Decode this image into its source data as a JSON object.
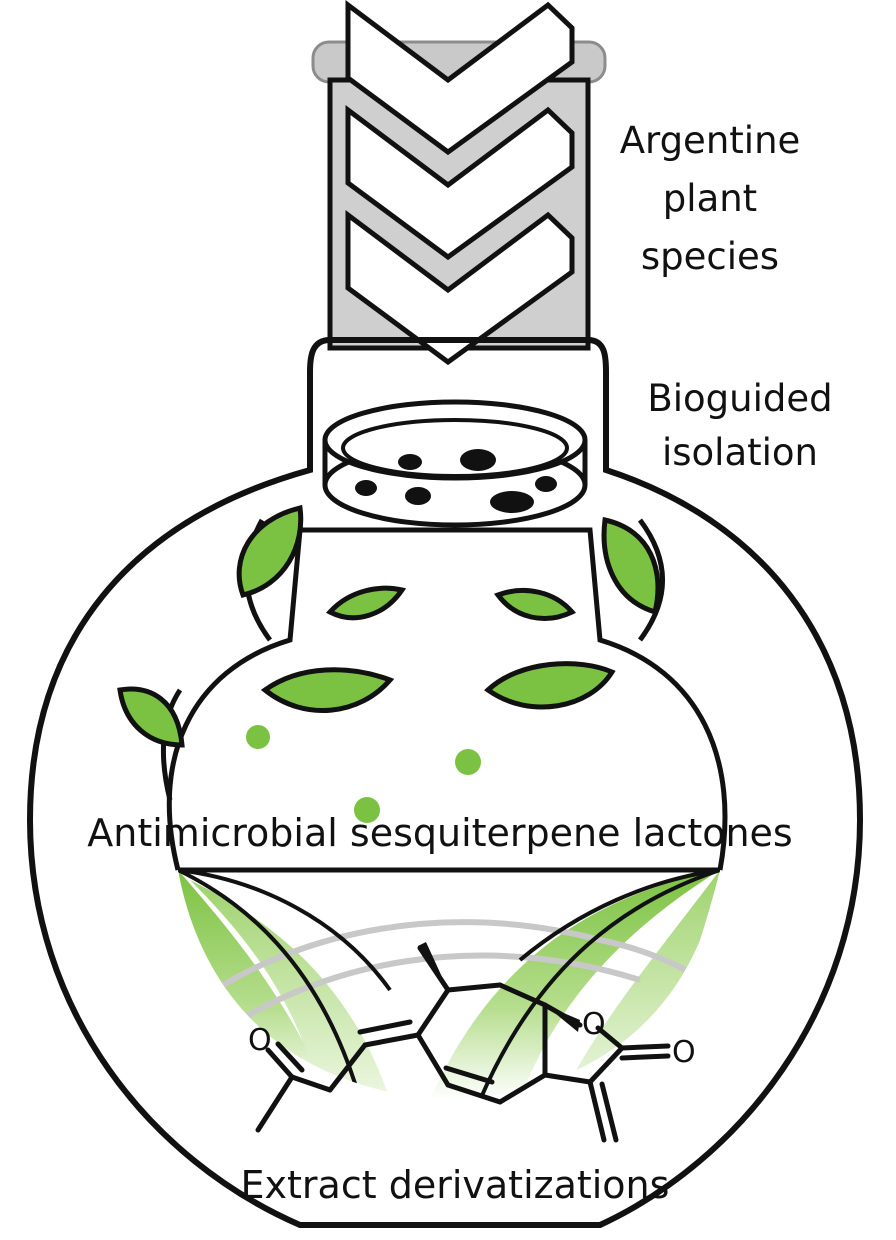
{
  "labels": {
    "plant_species_line1": "Argentine",
    "plant_species_line2": "plant",
    "plant_species_line3": "species",
    "bioguided_line1": "Bioguided",
    "bioguided_line2": "isolation",
    "lactones": "Antimicrobial sesquiterpene lactones",
    "derivatizations": "Extract derivatizations"
  },
  "molecule": {
    "atom_o_ketone": "O",
    "atom_o_ring": "O",
    "atom_o_carbonyl": "O"
  },
  "colors": {
    "outline": "#111111",
    "leaf_green": "#7cc242",
    "leaf_light": "#bfe39a",
    "neck_gray": "#cfcfcf",
    "neck_gray_dark": "#8c8c8c",
    "background": "#ffffff"
  },
  "icons": [
    "chevron-down-icon",
    "petri-dish-icon",
    "leaf-icon",
    "molecule-icon",
    "flask-icon"
  ]
}
